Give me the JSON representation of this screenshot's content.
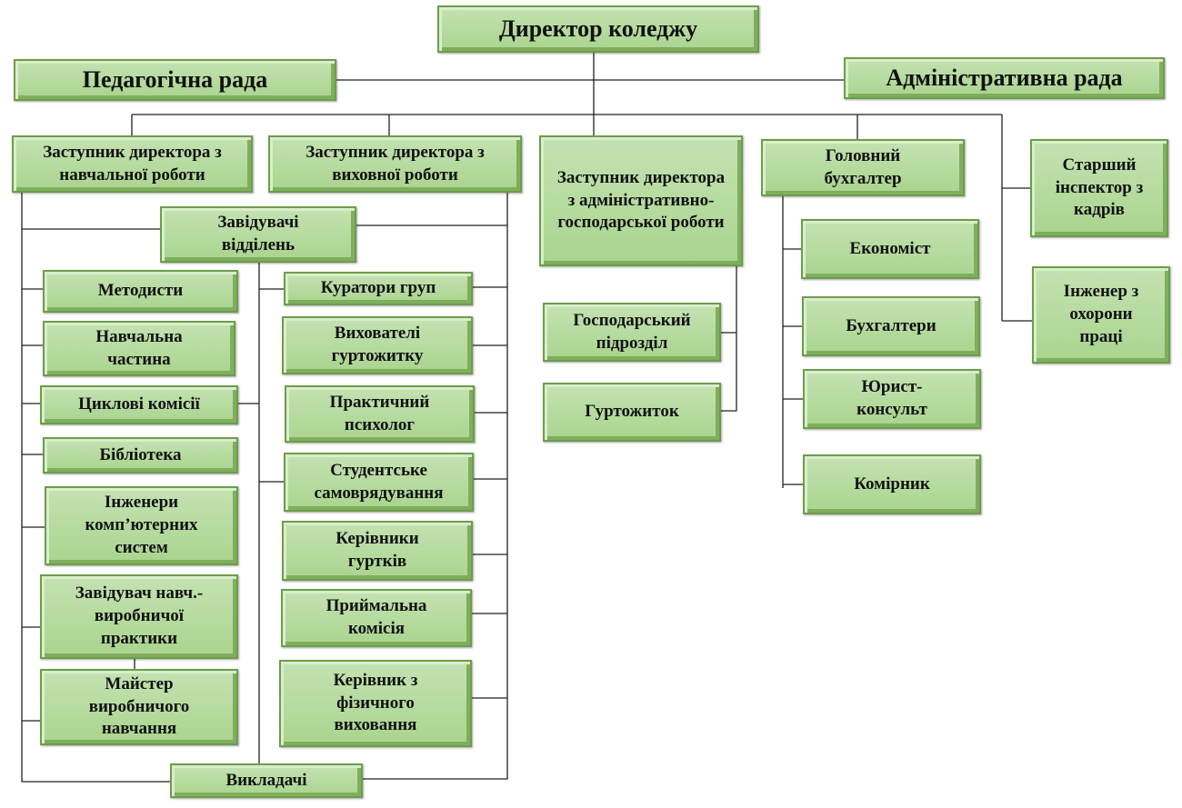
{
  "director": "Директор коледжу",
  "ped_rada": "Педагогічна рада",
  "admin_rada": "Адміністративна рада",
  "dep_study": "Заступник директора з навчальної роботи",
  "dep_edu": "Заступник директора з виховної роботи",
  "dep_admin": "Заступник директора з адміністративно-господарської роботи",
  "chief_acc": "Головний бухгалтер",
  "hr": "Старший інспектор з кадрів",
  "safety": "Інженер з охорони праці",
  "heads_dept": "Завідувачі відділень",
  "left": [
    "Методисти",
    "Навчальна частина",
    "Циклові комісії",
    "Бібліотека",
    "Інженери комп’ютерних систем",
    "Завідувач навч.-виробничої практики",
    "Майстер виробничого навчання"
  ],
  "middle": [
    "Куратори груп",
    "Вихователі гуртожитку",
    "Практичний психолог",
    "Студентське самоврядування",
    "Керівники гуртків",
    "Приймальна комісія",
    "Керівник з фізичного виховання"
  ],
  "teachers": "Викладачі",
  "admin_units": [
    "Господарський підрозділ",
    "Гуртожиток"
  ],
  "acc_units": [
    "Економіст",
    "Бухгалтери",
    "Юрист-консульт",
    "Комірник"
  ]
}
